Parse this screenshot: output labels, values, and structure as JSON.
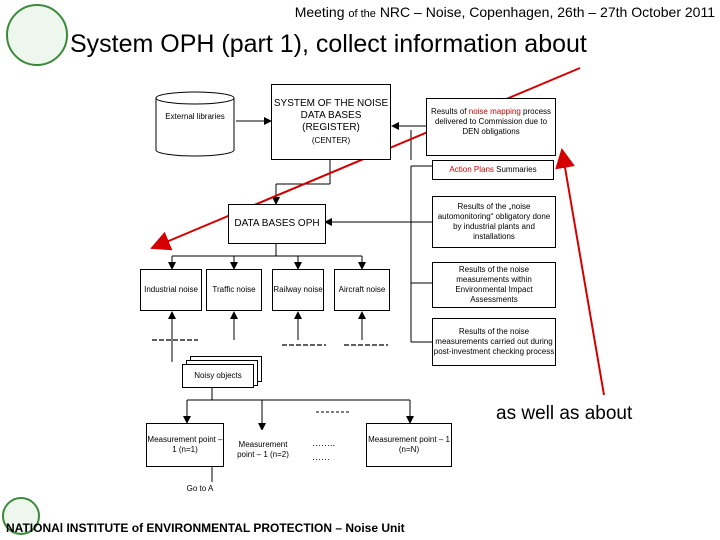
{
  "header": {
    "meeting_prefix": "Meeting",
    "meeting_of": "of the",
    "meeting_rest": "NRC – Noise, Copenhagen, 26th – 27th October 2011"
  },
  "title": "System OPH (part 1), collect information about",
  "nodes": {
    "external_libraries": "External libraries",
    "system_register_title": "SYSTEM OF THE NOISE DATA BASES (REGISTER)",
    "system_register_center": "(CENTER)",
    "noise_mapping_prefix": "Results of",
    "noise_mapping_red": "noise mapping",
    "noise_mapping_suffix": "process delivered to Commission due to DEN obligations",
    "action_plans_red": "Action Plans",
    "action_plans_suffix": "Summaries",
    "data_bases_oph": "DATA BASES OPH",
    "automonitoring": "Results of the „noise automonitoring“ obligatory done by industrial plants and installations",
    "eia_measurements": "Results of the noise measurements within Environmental Impact Assessments",
    "post_investment": "Results of the noise measurements carried out during post-investment checking process",
    "industrial_noise": "Industrial noise",
    "traffic_noise": "Traffic noise",
    "railway_noise": "Railway noise",
    "aircraft_noise": "Aircraft noise",
    "noisy_objects": "Noisy objects",
    "mp1": "Measurement point – 1 (n=1)",
    "mp2": "Measurement point – 1 (n=2)",
    "mpn": "Measurement point – 1 (n=N)",
    "dots1": "……..",
    "dots2": "……",
    "goto": "Go to A"
  },
  "as_well_as_about": "as well as about",
  "footer": "NATIONAl INSTITUTE of ENVIRONMENTAL PROTECTION – Noise Unit",
  "colors": {
    "accent_red": "#d40000",
    "logo_green": "#3a8a3a"
  }
}
